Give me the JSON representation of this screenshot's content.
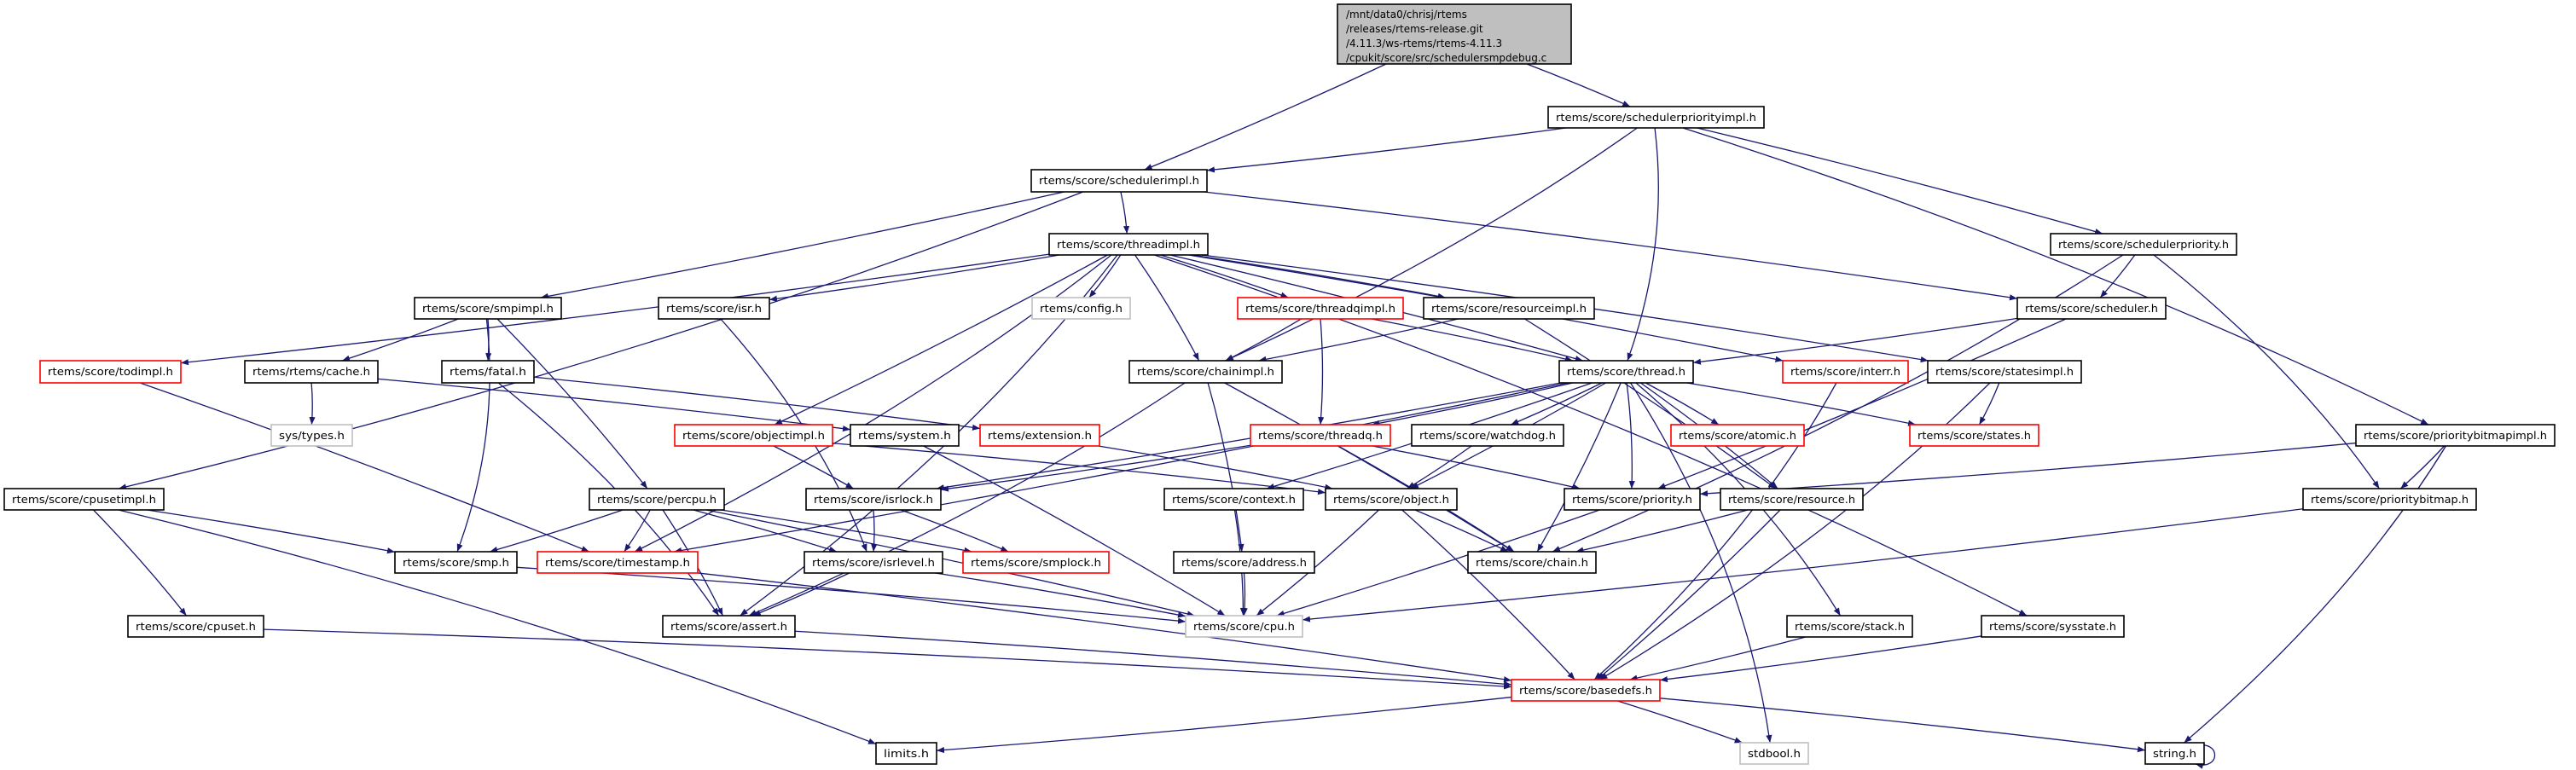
{
  "colors": {
    "edge": "#191970",
    "normal_border": "#000000",
    "red_border": "#ff0000",
    "gray_border": "#bfbfbf",
    "source_fill": "#bfbfbf"
  },
  "source": {
    "id": "src",
    "lines": [
      "/mnt/data0/chrisj/rtems",
      "/releases/rtems-release.git",
      "/4.11.3/ws-rtems/rtems-4.11.3",
      "/cpukit/score/src/schedulersmpdebug.c"
    ]
  },
  "nodes": [
    {
      "id": "spi",
      "label": "rtems/score/schedulerpriorityimpl.h",
      "style": "normal"
    },
    {
      "id": "schedimpl",
      "label": "rtems/score/schedulerimpl.h",
      "style": "normal"
    },
    {
      "id": "threadimpl",
      "label": "rtems/score/threadimpl.h",
      "style": "normal"
    },
    {
      "id": "schedprio",
      "label": "rtems/score/schedulerpriority.h",
      "style": "normal"
    },
    {
      "id": "smpimpl",
      "label": "rtems/score/smpimpl.h",
      "style": "normal"
    },
    {
      "id": "isr",
      "label": "rtems/score/isr.h",
      "style": "normal"
    },
    {
      "id": "config",
      "label": "rtems/config.h",
      "style": "gray"
    },
    {
      "id": "threadqimpl",
      "label": "rtems/score/threadqimpl.h",
      "style": "red"
    },
    {
      "id": "resourceimpl",
      "label": "rtems/score/resourceimpl.h",
      "style": "normal"
    },
    {
      "id": "scheduler",
      "label": "rtems/score/scheduler.h",
      "style": "normal"
    },
    {
      "id": "todimpl",
      "label": "rtems/score/todimpl.h",
      "style": "red"
    },
    {
      "id": "cache",
      "label": "rtems/rtems/cache.h",
      "style": "normal"
    },
    {
      "id": "fatal",
      "label": "rtems/fatal.h",
      "style": "normal"
    },
    {
      "id": "chainimpl",
      "label": "rtems/score/chainimpl.h",
      "style": "normal"
    },
    {
      "id": "thread",
      "label": "rtems/score/thread.h",
      "style": "normal"
    },
    {
      "id": "interr",
      "label": "rtems/score/interr.h",
      "style": "red"
    },
    {
      "id": "statesimpl",
      "label": "rtems/score/statesimpl.h",
      "style": "normal"
    },
    {
      "id": "systypes",
      "label": "sys/types.h",
      "style": "gray"
    },
    {
      "id": "objectimpl",
      "label": "rtems/score/objectimpl.h",
      "style": "red"
    },
    {
      "id": "system",
      "label": "rtems/system.h",
      "style": "normal"
    },
    {
      "id": "extension",
      "label": "rtems/extension.h",
      "style": "red"
    },
    {
      "id": "threadq",
      "label": "rtems/score/threadq.h",
      "style": "red"
    },
    {
      "id": "watchdog",
      "label": "rtems/score/watchdog.h",
      "style": "normal"
    },
    {
      "id": "atomic",
      "label": "rtems/score/atomic.h",
      "style": "red"
    },
    {
      "id": "states",
      "label": "rtems/score/states.h",
      "style": "red"
    },
    {
      "id": "pbmimpl",
      "label": "rtems/score/prioritybitmapimpl.h",
      "style": "normal"
    },
    {
      "id": "cpusetimpl",
      "label": "rtems/score/cpusetimpl.h",
      "style": "normal"
    },
    {
      "id": "percpu",
      "label": "rtems/score/percpu.h",
      "style": "normal"
    },
    {
      "id": "isrlock",
      "label": "rtems/score/isrlock.h",
      "style": "normal"
    },
    {
      "id": "context",
      "label": "rtems/score/context.h",
      "style": "normal"
    },
    {
      "id": "object",
      "label": "rtems/score/object.h",
      "style": "normal"
    },
    {
      "id": "priority",
      "label": "rtems/score/priority.h",
      "style": "normal"
    },
    {
      "id": "resource",
      "label": "rtems/score/resource.h",
      "style": "normal"
    },
    {
      "id": "pbm",
      "label": "rtems/score/prioritybitmap.h",
      "style": "normal"
    },
    {
      "id": "smp",
      "label": "rtems/score/smp.h",
      "style": "normal"
    },
    {
      "id": "timestamp",
      "label": "rtems/score/timestamp.h",
      "style": "red"
    },
    {
      "id": "isrlevel",
      "label": "rtems/score/isrlevel.h",
      "style": "normal"
    },
    {
      "id": "smplock",
      "label": "rtems/score/smplock.h",
      "style": "red"
    },
    {
      "id": "address",
      "label": "rtems/score/address.h",
      "style": "normal"
    },
    {
      "id": "chain",
      "label": "rtems/score/chain.h",
      "style": "normal"
    },
    {
      "id": "cpuset",
      "label": "rtems/score/cpuset.h",
      "style": "normal"
    },
    {
      "id": "assert",
      "label": "rtems/score/assert.h",
      "style": "normal"
    },
    {
      "id": "cpu",
      "label": "rtems/score/cpu.h",
      "style": "gray"
    },
    {
      "id": "stack",
      "label": "rtems/score/stack.h",
      "style": "normal"
    },
    {
      "id": "sysstate",
      "label": "rtems/score/sysstate.h",
      "style": "normal"
    },
    {
      "id": "basedefs",
      "label": "rtems/score/basedefs.h",
      "style": "red"
    },
    {
      "id": "limits",
      "label": "limits.h",
      "style": "normal"
    },
    {
      "id": "stdbool",
      "label": "stdbool.h",
      "style": "gray"
    },
    {
      "id": "string",
      "label": "string.h",
      "style": "normal"
    }
  ],
  "edges": [
    [
      "src",
      "schedimpl"
    ],
    [
      "src",
      "spi"
    ],
    [
      "spi",
      "schedimpl"
    ],
    [
      "spi",
      "chainimpl"
    ],
    [
      "spi",
      "thread"
    ],
    [
      "spi",
      "schedprio"
    ],
    [
      "spi",
      "pbmimpl"
    ],
    [
      "schedimpl",
      "cpusetimpl"
    ],
    [
      "schedimpl",
      "smpimpl"
    ],
    [
      "schedimpl",
      "threadimpl"
    ],
    [
      "schedimpl",
      "scheduler"
    ],
    [
      "threadimpl",
      "todimpl"
    ],
    [
      "threadimpl",
      "assert"
    ],
    [
      "threadimpl",
      "isr"
    ],
    [
      "threadimpl",
      "config"
    ],
    [
      "threadimpl",
      "chainimpl"
    ],
    [
      "threadimpl",
      "threadqimpl"
    ],
    [
      "threadimpl",
      "resourceimpl"
    ],
    [
      "threadimpl",
      "thread"
    ],
    [
      "threadimpl",
      "interr"
    ],
    [
      "threadimpl",
      "statesimpl"
    ],
    [
      "threadimpl",
      "sysstate"
    ],
    [
      "threadimpl",
      "objectimpl"
    ],
    [
      "threadimpl",
      "timestamp"
    ],
    [
      "smpimpl",
      "cache"
    ],
    [
      "smpimpl",
      "fatal"
    ],
    [
      "smpimpl",
      "percpu"
    ],
    [
      "smpimpl",
      "smp"
    ],
    [
      "isr",
      "isrlevel"
    ],
    [
      "todimpl",
      "timestamp"
    ],
    [
      "cache",
      "systypes"
    ],
    [
      "cache",
      "system"
    ],
    [
      "fatal",
      "extension"
    ],
    [
      "fatal",
      "assert"
    ],
    [
      "chainimpl",
      "assert"
    ],
    [
      "chainimpl",
      "address"
    ],
    [
      "chainimpl",
      "chain"
    ],
    [
      "threadqimpl",
      "chainimpl"
    ],
    [
      "threadqimpl",
      "threadq"
    ],
    [
      "threadqimpl",
      "thread"
    ],
    [
      "resourceimpl",
      "chainimpl"
    ],
    [
      "resourceimpl",
      "resource"
    ],
    [
      "thread",
      "timestamp"
    ],
    [
      "thread",
      "isrlock"
    ],
    [
      "thread",
      "threadq"
    ],
    [
      "thread",
      "watchdog"
    ],
    [
      "thread",
      "atomic"
    ],
    [
      "thread",
      "states"
    ],
    [
      "thread",
      "context"
    ],
    [
      "thread",
      "object"
    ],
    [
      "thread",
      "priority"
    ],
    [
      "thread",
      "chain"
    ],
    [
      "thread",
      "resource"
    ],
    [
      "thread",
      "stack"
    ],
    [
      "thread",
      "stdbool"
    ],
    [
      "scheduler",
      "thread"
    ],
    [
      "scheduler",
      "priority"
    ],
    [
      "schedprio",
      "scheduler"
    ],
    [
      "schedprio",
      "pbm"
    ],
    [
      "schedprio",
      "chain"
    ],
    [
      "interr",
      "basedefs"
    ],
    [
      "statesimpl",
      "states"
    ],
    [
      "statesimpl",
      "basedefs"
    ],
    [
      "objectimpl",
      "isrlock"
    ],
    [
      "objectimpl",
      "object"
    ],
    [
      "system",
      "cpu"
    ],
    [
      "extension",
      "object"
    ],
    [
      "threadq",
      "isrlock"
    ],
    [
      "threadq",
      "priority"
    ],
    [
      "threadq",
      "chain"
    ],
    [
      "watchdog",
      "object"
    ],
    [
      "percpu",
      "smp"
    ],
    [
      "percpu",
      "timestamp"
    ],
    [
      "percpu",
      "assert"
    ],
    [
      "percpu",
      "isrlevel"
    ],
    [
      "percpu",
      "smplock"
    ],
    [
      "percpu",
      "cpu"
    ],
    [
      "isrlock",
      "isrlevel"
    ],
    [
      "isrlock",
      "smplock"
    ],
    [
      "smp",
      "cpu"
    ],
    [
      "timestamp",
      "basedefs"
    ],
    [
      "isrlevel",
      "assert"
    ],
    [
      "isrlevel",
      "cpu"
    ],
    [
      "cpusetimpl",
      "smp"
    ],
    [
      "cpusetimpl",
      "cpuset"
    ],
    [
      "cpusetimpl",
      "limits"
    ],
    [
      "cpuset",
      "basedefs"
    ],
    [
      "assert",
      "basedefs"
    ],
    [
      "context",
      "cpu"
    ],
    [
      "object",
      "chain"
    ],
    [
      "object",
      "cpu"
    ],
    [
      "object",
      "basedefs"
    ],
    [
      "priority",
      "cpu"
    ],
    [
      "address",
      "cpu"
    ],
    [
      "resource",
      "chain"
    ],
    [
      "resource",
      "basedefs"
    ],
    [
      "pbmimpl",
      "priority"
    ],
    [
      "pbmimpl",
      "pbm"
    ],
    [
      "pbmimpl",
      "string"
    ],
    [
      "pbm",
      "cpu"
    ],
    [
      "stack",
      "basedefs"
    ],
    [
      "sysstate",
      "basedefs"
    ],
    [
      "basedefs",
      "limits"
    ],
    [
      "basedefs",
      "stdbool"
    ],
    [
      "basedefs",
      "string"
    ],
    [
      "string",
      "string"
    ]
  ]
}
